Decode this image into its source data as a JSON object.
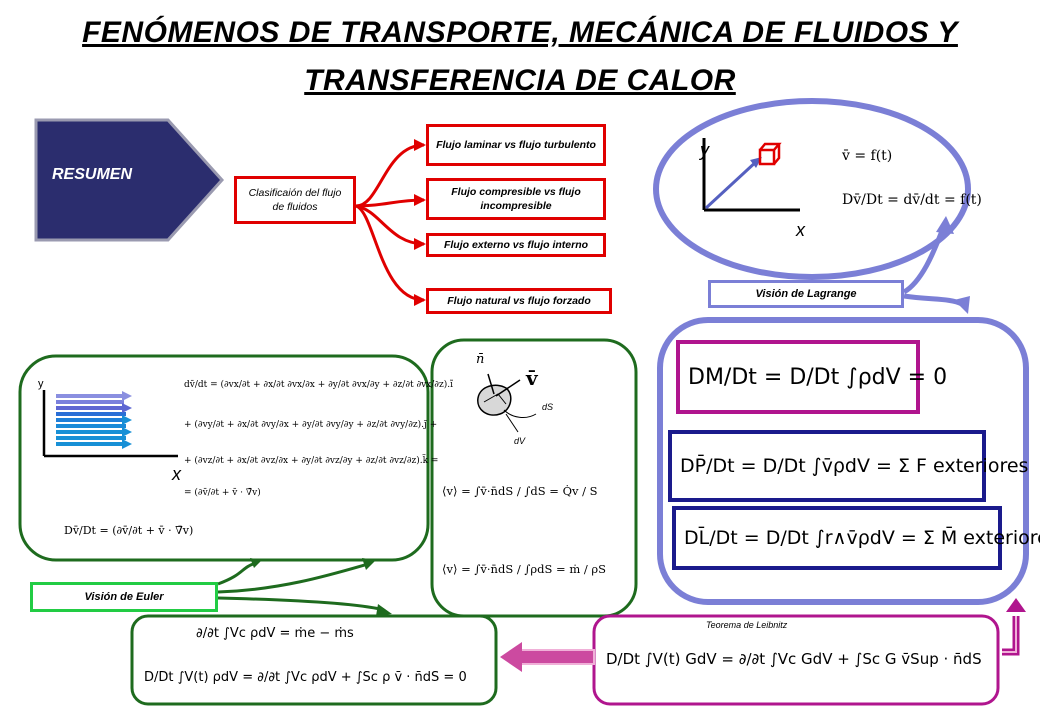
{
  "title": {
    "line1": "FENÓMENOS DE TRANSPORTE, MECÁNICA DE FLUIDOS Y",
    "line2": "TRANSFERENCIA DE CALOR"
  },
  "resumen": "RESUMEN",
  "clasificacion": {
    "label": "Clasificaión del flujo de fluidos",
    "items": [
      "Flujo laminar vs flujo turbulento",
      "Flujo compresible vs flujo incompresible",
      "Flujo externo vs flujo interno",
      "Flujo natural vs flujo forzado"
    ]
  },
  "lagrange": {
    "label": "Visión de Lagrange",
    "axis_y": "y",
    "axis_x": "x",
    "eq1": "v̄ = f(t)",
    "eq2": "Dv̄/Dt = dv̄/dt = f(t)",
    "mass": "DM/Dt = D/Dt ∫ρdV = 0",
    "momentum": "DP̄/Dt = D/Dt ∫v̄ρdV = Σ F exteriores",
    "angular": "DL̄/Dt = D/Dt ∫r∧v̄ρdV = Σ M̄ exteriores"
  },
  "euler": {
    "label": "Visión de Euler",
    "axis_y": "y",
    "axis_x": "x",
    "accel_i": "dv̄/dt = (∂vx/∂t + ∂x/∂t ∂vx/∂x + ∂y/∂t ∂vx/∂y + ∂z/∂t ∂vx/∂z).ĩ",
    "accel_j": "+ (∂vy/∂t + ∂x/∂t ∂vy/∂x + ∂y/∂t ∂vy/∂y + ∂z/∂t ∂vy/∂z).j̃ +",
    "accel_k": "+ (∂vz/∂t + ∂x/∂t ∂vz/∂x + ∂y/∂t ∂vz/∂y + ∂z/∂t ∂vz/∂z).k̃ =",
    "accel_sum": "= (∂v̄/∂t + v̄ · ∇̄v)",
    "material": "Dv̄/Dt = (∂v̄/∂t + v̄ · ∇̄v)"
  },
  "velocity": {
    "n_label": "n̄",
    "v_label": "v̄",
    "ds_label": "dS",
    "dv_label": "dV",
    "avg1": "⟨v⟩ = ∫v̄·n̄dS / ∫dS = Q̇v / S",
    "avg2": "⟨v⟩ = ∫v̄·n̄dS / ∫ρdS = ṁ / ρS"
  },
  "leibniz": {
    "label": "Teorema de Leibnitz",
    "eq": "D/Dt ∫V(t) GdV = ∂/∂t ∫Vc GdV + ∫Sc G v̄Sup · n̄dS"
  },
  "continuity": {
    "eq1": "∂/∂t ∫Vc ρdV = ṁe − ṁs",
    "eq2": "D/Dt ∫V(t) ρdV = ∂/∂t ∫Vc ρdV + ∫Sc ρ v̄ · n̄dS = 0"
  },
  "colors": {
    "red": "#e00000",
    "navy": "#2b2d6e",
    "lavender": "#7b7fd6",
    "green": "#1e6b1e",
    "bright_green": "#22cc44",
    "magenta": "#b0158e",
    "pink_arrow": "#cc4aa0",
    "blue_line": "#1a1a8c"
  }
}
